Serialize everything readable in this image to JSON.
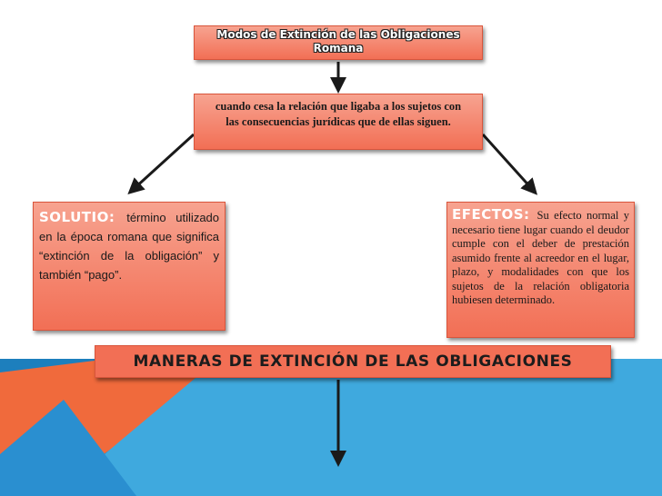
{
  "diagram": {
    "title_line1": "Modos de Extinción de las Obligaciones",
    "title_line2": "Romana",
    "definition": "cuando cesa la relación que ligaba a los sujetos con las consecuencias jurídicas que de ellas siguen.",
    "solutio": {
      "heading": "SOLUTIO:",
      "text": "término utilizado en la época romana que significa “extinción de la obligación” y también “pago”."
    },
    "efectos": {
      "heading": "EFECTOS:",
      "text": "Su efecto normal y necesario tiene lugar cuando el deudor cumple con el deber de prestación asumido frente al acreedor en el lugar, plazo, y modalidades con que los sujetos de la relación obligatoria hubiesen determinado."
    },
    "banner": "MANERAS DE EXTINCIÓN DE LAS OBLIGACIONES"
  },
  "colors": {
    "box_fill": "#f26f55",
    "box_gradient_top": "#f7a390",
    "background_blue_light": "#3fa9de",
    "background_blue_dark": "#1d7fbd",
    "background_orange": "#f06a3c"
  }
}
